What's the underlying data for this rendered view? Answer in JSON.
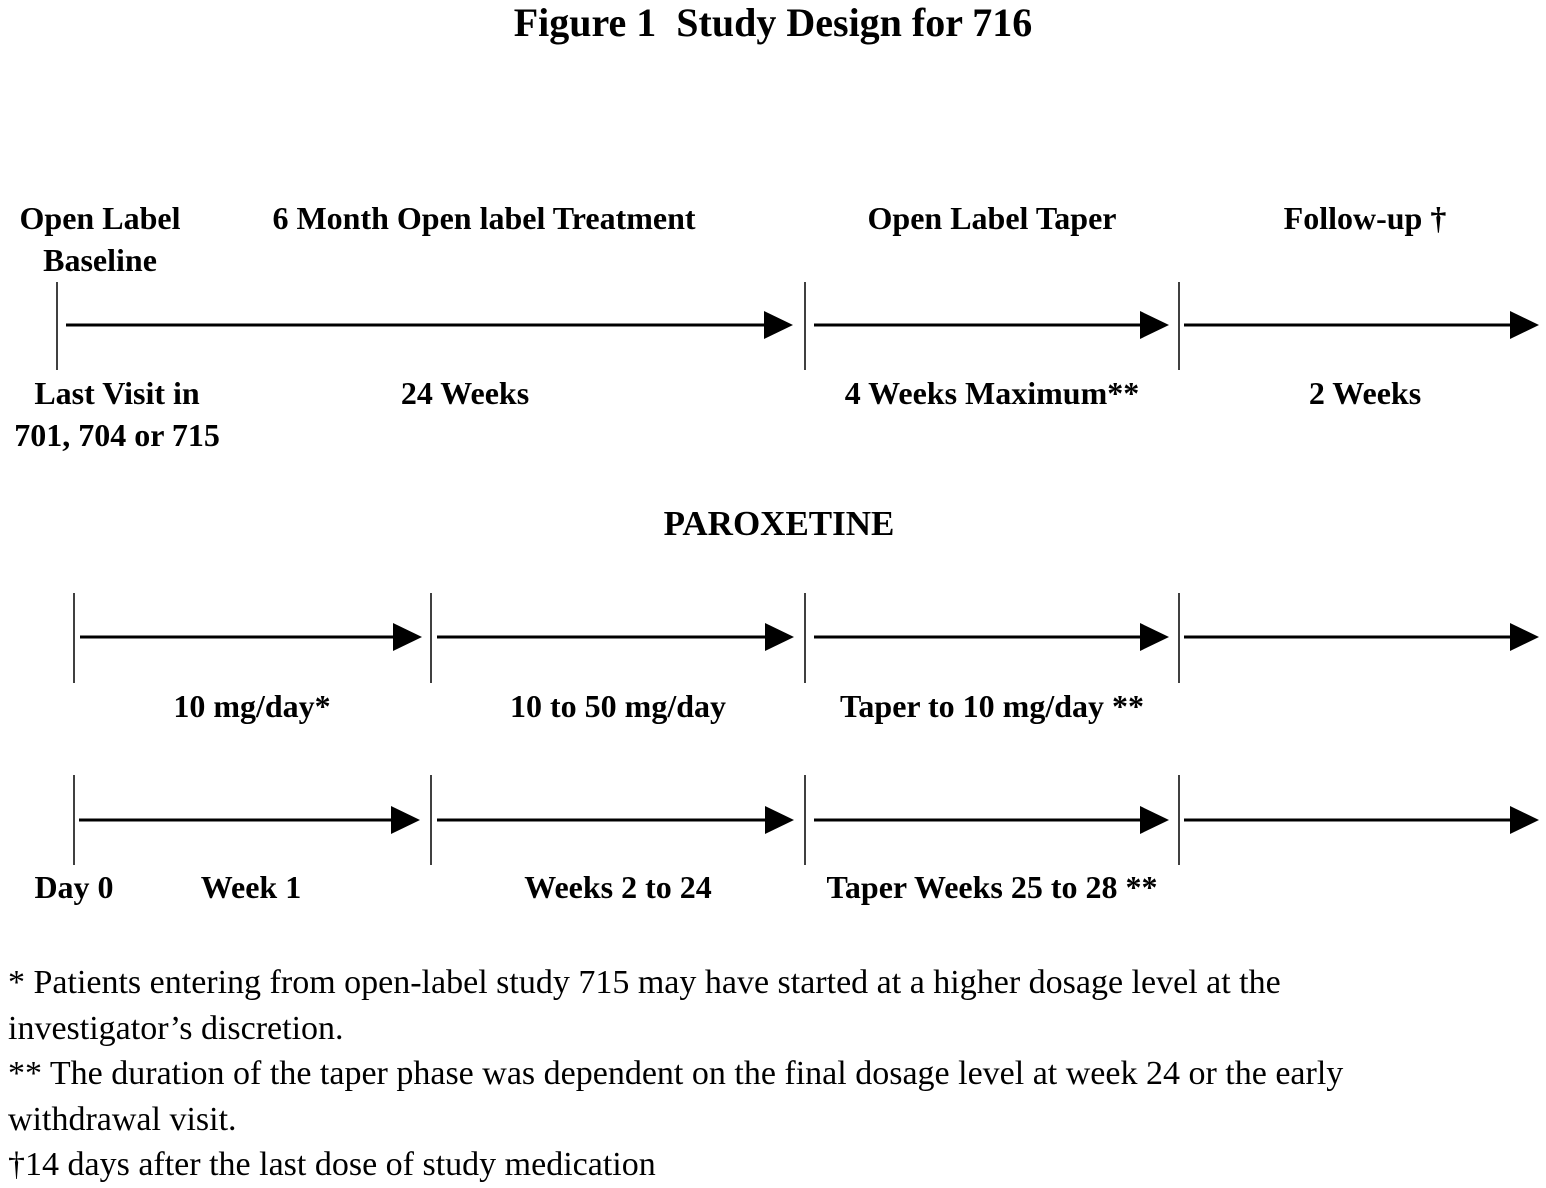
{
  "title": "Figure 1  Study Design for 716",
  "phases": {
    "baseline": [
      "Open Label",
      "Baseline"
    ],
    "treatment": "6 Month Open label Treatment",
    "taper": "Open Label Taper",
    "followup": "Follow-up †"
  },
  "durations": {
    "last_visit": [
      "Last Visit in",
      "701, 704 or 715"
    ],
    "treatment": "24 Weeks",
    "taper": "4 Weeks Maximum**",
    "followup": "2 Weeks"
  },
  "drug": "PAROXETINE",
  "doses": {
    "week1": "10 mg/day*",
    "weeks2_24": "10 to 50 mg/day",
    "taper": "Taper to 10 mg/day **"
  },
  "timepoints": {
    "day0": "Day 0",
    "week1": "Week 1",
    "weeks2_24": "Weeks 2 to 24",
    "taper": "Taper Weeks 25 to 28 **"
  },
  "footnotes": [
    "* Patients entering from open-label study 715 may have started at a higher dosage level at the",
    "investigator’s discretion.",
    "** The duration of the taper phase was dependent on the final dosage level at week 24 or the early",
    "withdrawal visit.",
    "†14 days after the last dose of study medication"
  ]
}
